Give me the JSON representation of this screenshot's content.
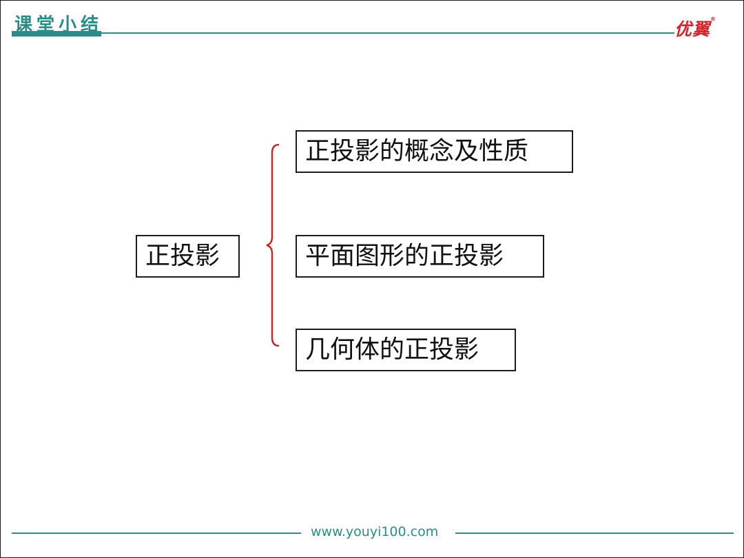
{
  "header": {
    "title": "课堂小结",
    "logo_text": "优翼",
    "logo_mark": "®"
  },
  "diagram": {
    "root": "正投影",
    "children": [
      "正投影的概念及性质",
      "平面图形的正投影",
      "几何体的正投影"
    ]
  },
  "footer": {
    "url": "www.youyi100.com"
  },
  "colors": {
    "accent": "#2a8c86",
    "brace": "#c62828",
    "logo": "#d2222a"
  }
}
